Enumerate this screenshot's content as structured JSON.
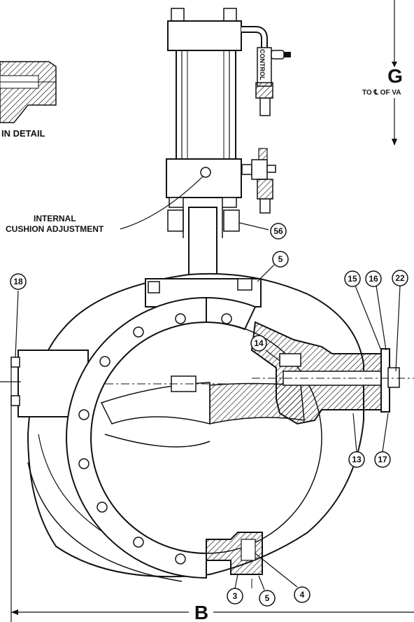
{
  "labels": {
    "in_detail": "IN  DETAIL",
    "internal_line1": "INTERNAL",
    "internal_line2": "CUSHION ADJUSTMENT",
    "dim_g": "G",
    "dim_g_sub": "TO ℄ OF VA",
    "dim_b": "B",
    "control": "CONTROL"
  },
  "callouts": [
    "56",
    "5",
    "18",
    "15",
    "16",
    "22",
    "14",
    "13",
    "17",
    "3",
    "5",
    "4"
  ]
}
